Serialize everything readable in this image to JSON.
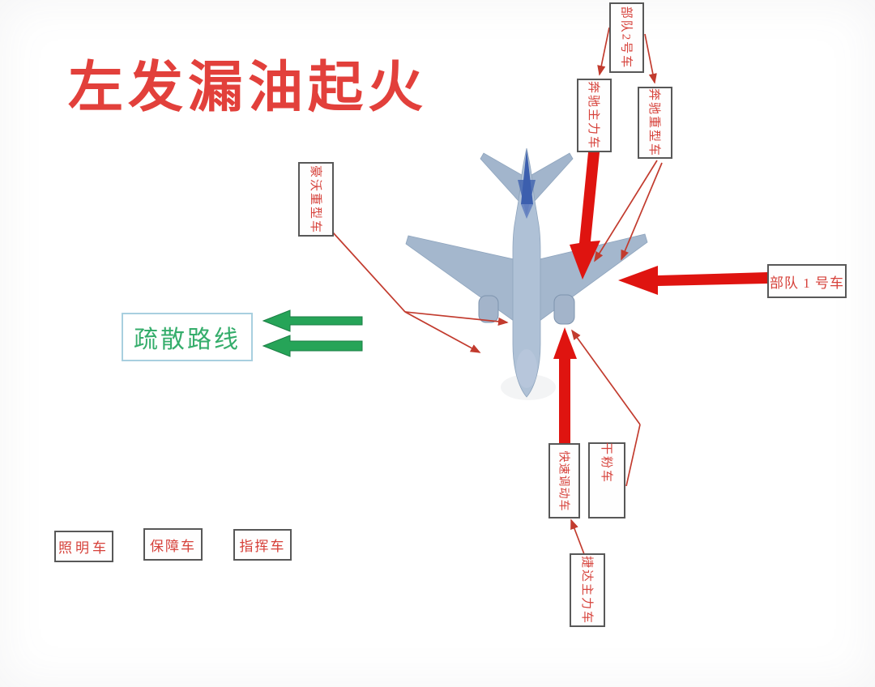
{
  "title": "左发漏油起火",
  "colors": {
    "title_red": "#e2403b",
    "label_red": "#d6413a",
    "arrow_red": "#df1410",
    "line_red": "#c23b2e",
    "green_arrow": "#26a458",
    "evac_green": "#35ad6b",
    "evac_border": "#a8cfdf",
    "box_border": "#585858",
    "plane_body": "#afc1d6",
    "plane_fin": "#3c5fae"
  },
  "vehicle_labels": {
    "troop2": "部队2号车",
    "benz_main": "奔驰主力车",
    "benz_heavy": "奔驰重型车",
    "howo_heavy": "豪沃重型车",
    "troop1": "部队 1 号车",
    "quick_dispatch": "快速调动车",
    "dry_powder": "干粉车",
    "jetta_main": "捷达主力车",
    "lighting": "照明车",
    "support": "保障车",
    "command": "指挥车"
  },
  "evacuation": {
    "label": "疏散路线"
  }
}
